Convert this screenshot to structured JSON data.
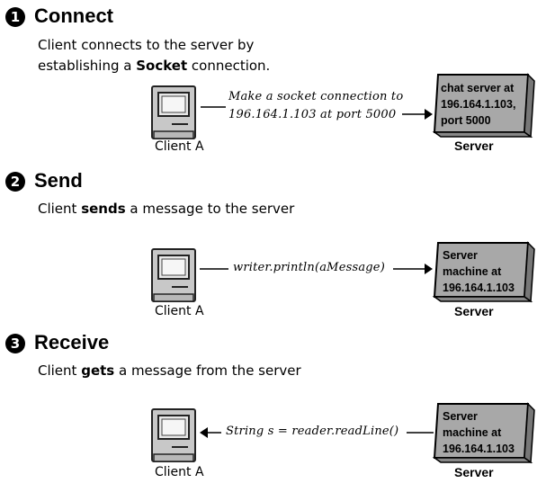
{
  "steps": [
    {
      "number": "1",
      "title": "Connect",
      "desc_line1": "Client connects to the server by",
      "desc_pre": "establishing a ",
      "desc_bold": "Socket",
      "desc_post": " connection.",
      "client_label": "Client A",
      "annotation_line1": "Make a socket connection to",
      "annotation_line2": "196.164.1.103 at port 5000",
      "server_lines": [
        "chat server at",
        "196.164.1.103,",
        "port 5000"
      ],
      "server_label": "Server"
    },
    {
      "number": "2",
      "title": "Send",
      "desc_pre": "Client ",
      "desc_bold": "sends",
      "desc_post": " a message to the server",
      "client_label": "Client A",
      "annotation": "writer.println(aMessage)",
      "server_lines": [
        "Server",
        "machine at",
        "196.164.1.103"
      ],
      "server_label": "Server"
    },
    {
      "number": "3",
      "title": "Receive",
      "desc_pre": "Client ",
      "desc_bold": "gets",
      "desc_post": " a message from the server",
      "client_label": "Client A",
      "annotation": "String s = reader.readLine()",
      "server_lines": [
        "Server",
        "machine at",
        "196.164.1.103"
      ],
      "server_label": "Server"
    }
  ],
  "colors": {
    "server_box": "#a8a8a8",
    "computer_body": "#c8c8c8",
    "screen": "#e8e8e8"
  },
  "icons": [
    "computer-icon",
    "server-box",
    "arrow-right-icon",
    "arrow-left-icon"
  ]
}
